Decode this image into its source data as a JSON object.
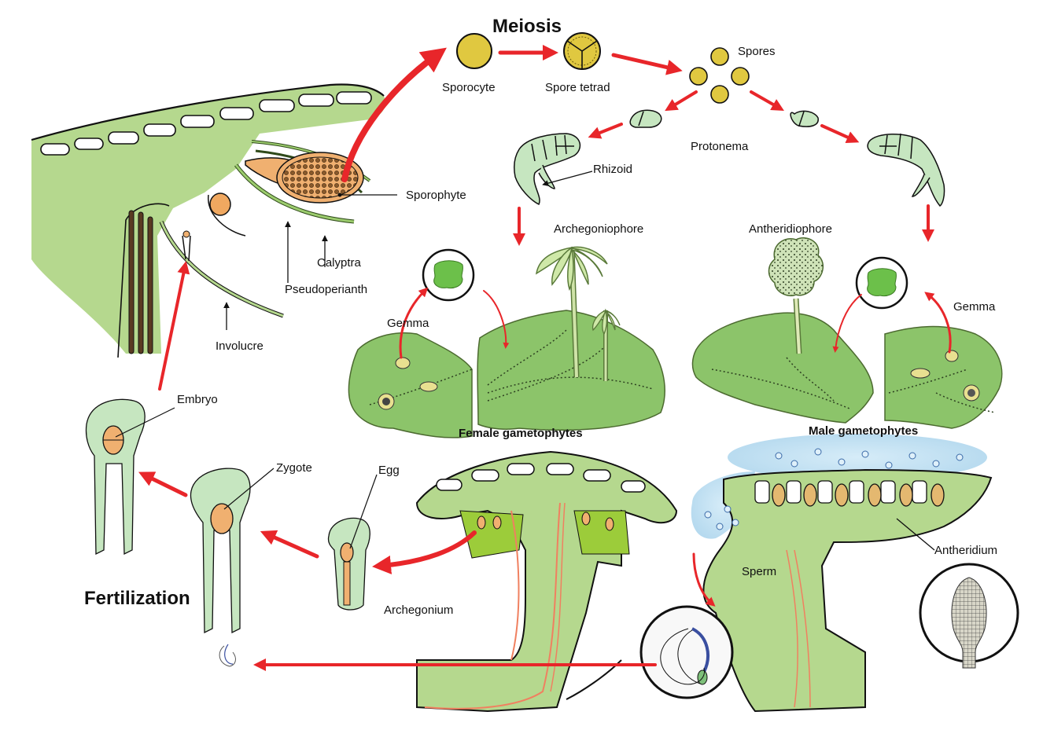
{
  "diagram": {
    "subject": "Marchantia life cycle",
    "colors": {
      "thallus_green": "#b5d88e",
      "gametophyte_green": "#8cc46a",
      "gemma_green": "#6cc04a",
      "protonema_green": "#c6e6c0",
      "spore_yellow": "#e0c840",
      "orange_tissue": "#f0b070",
      "arrow_red": "#e8262a",
      "water_blue": "#bfe0f2",
      "sperm_blue": "#3a4fa0",
      "vascular_orange": "#f08060",
      "outline": "#111111"
    },
    "stages": {
      "meiosis": "Meiosis",
      "fertilization": "Fertilization"
    },
    "labels": {
      "sporocyte": "Sporocyte",
      "spore_tetrad": "Spore tetrad",
      "spores": "Spores",
      "protonema": "Protonema",
      "rhizoid": "Rhizoid",
      "sporophyte": "Sporophyte",
      "calyptra": "Calyptra",
      "pseudoperianth": "Pseudoperianth",
      "involucre": "Involucre",
      "archegoniophore": "Archegoniophore",
      "antheridiophore": "Antheridiophore",
      "gemma_left": "Gemma",
      "gemma_right": "Gemma",
      "female_gametophytes": "Female gametophytes",
      "male_gametophytes": "Male gametophytes",
      "embryo": "Embryo",
      "zygote": "Zygote",
      "egg": "Egg",
      "archegonium": "Archegonium",
      "antheridium": "Antheridium",
      "sperm": "Sperm"
    }
  }
}
